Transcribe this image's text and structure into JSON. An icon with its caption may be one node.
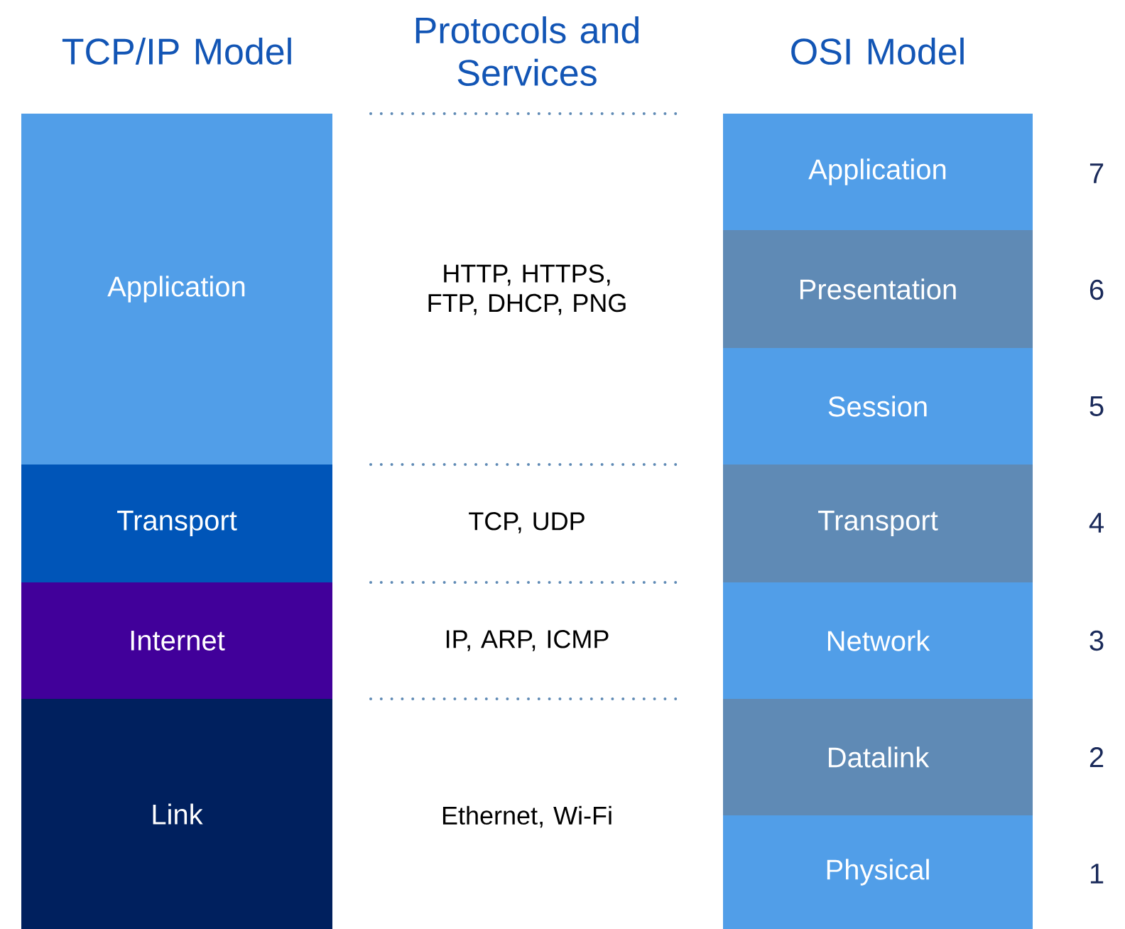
{
  "diagram": {
    "nodes": [
      {
        "text": [
          "Application"
        ]
      },
      {
        "text": [
          "Transport"
        ]
      },
      {
        "text": [
          "Internet"
        ]
      },
      {
        "text": [
          "Link"
        ]
      },
      {
        "text": [
          "Application"
        ]
      },
      {
        "text": [
          "Presentation"
        ]
      },
      {
        "text": [
          "Session"
        ]
      },
      {
        "text": [
          "Transport"
        ]
      },
      {
        "text": [
          "Network"
        ]
      },
      {
        "text": [
          "Datalink"
        ]
      },
      {
        "text": [
          "Physical"
        ]
      }
    ],
    "labels": [
      "TCP/IP Model",
      "Protocols and Services",
      "OSI Model",
      "HTTP, HTTPS, FTP, DHCP, PNG",
      "TCP, UDP",
      "IP, ARP, ICMP",
      "Ethernet, Wi-Fi",
      "7",
      "6",
      "5",
      "4",
      "3",
      "2",
      "1"
    ]
  }
}
